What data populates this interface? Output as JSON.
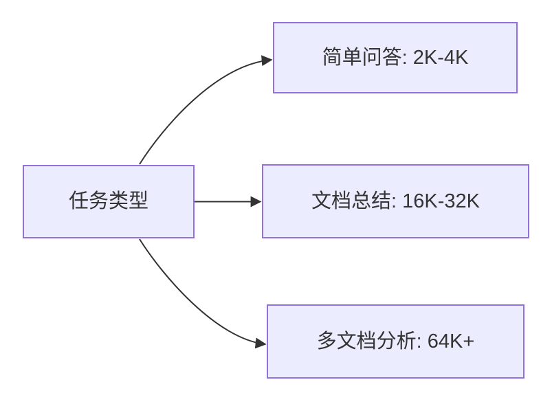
{
  "diagram": {
    "type": "flowchart",
    "direction": "LR",
    "colors": {
      "node_fill": "#ECECFF",
      "node_border": "#9370DB",
      "edge": "#333333",
      "text": "#333333",
      "background": "#FFFFFF"
    },
    "root": {
      "label": "任务类型"
    },
    "branches": [
      {
        "label": "简单问答: 2K-4K"
      },
      {
        "label": "文档总结: 16K-32K"
      },
      {
        "label": "多文档分析: 64K+"
      }
    ],
    "edges": [
      {
        "from": "任务类型",
        "to": "简单问答: 2K-4K"
      },
      {
        "from": "任务类型",
        "to": "文档总结: 16K-32K"
      },
      {
        "from": "任务类型",
        "to": "多文档分析: 64K+"
      }
    ]
  }
}
